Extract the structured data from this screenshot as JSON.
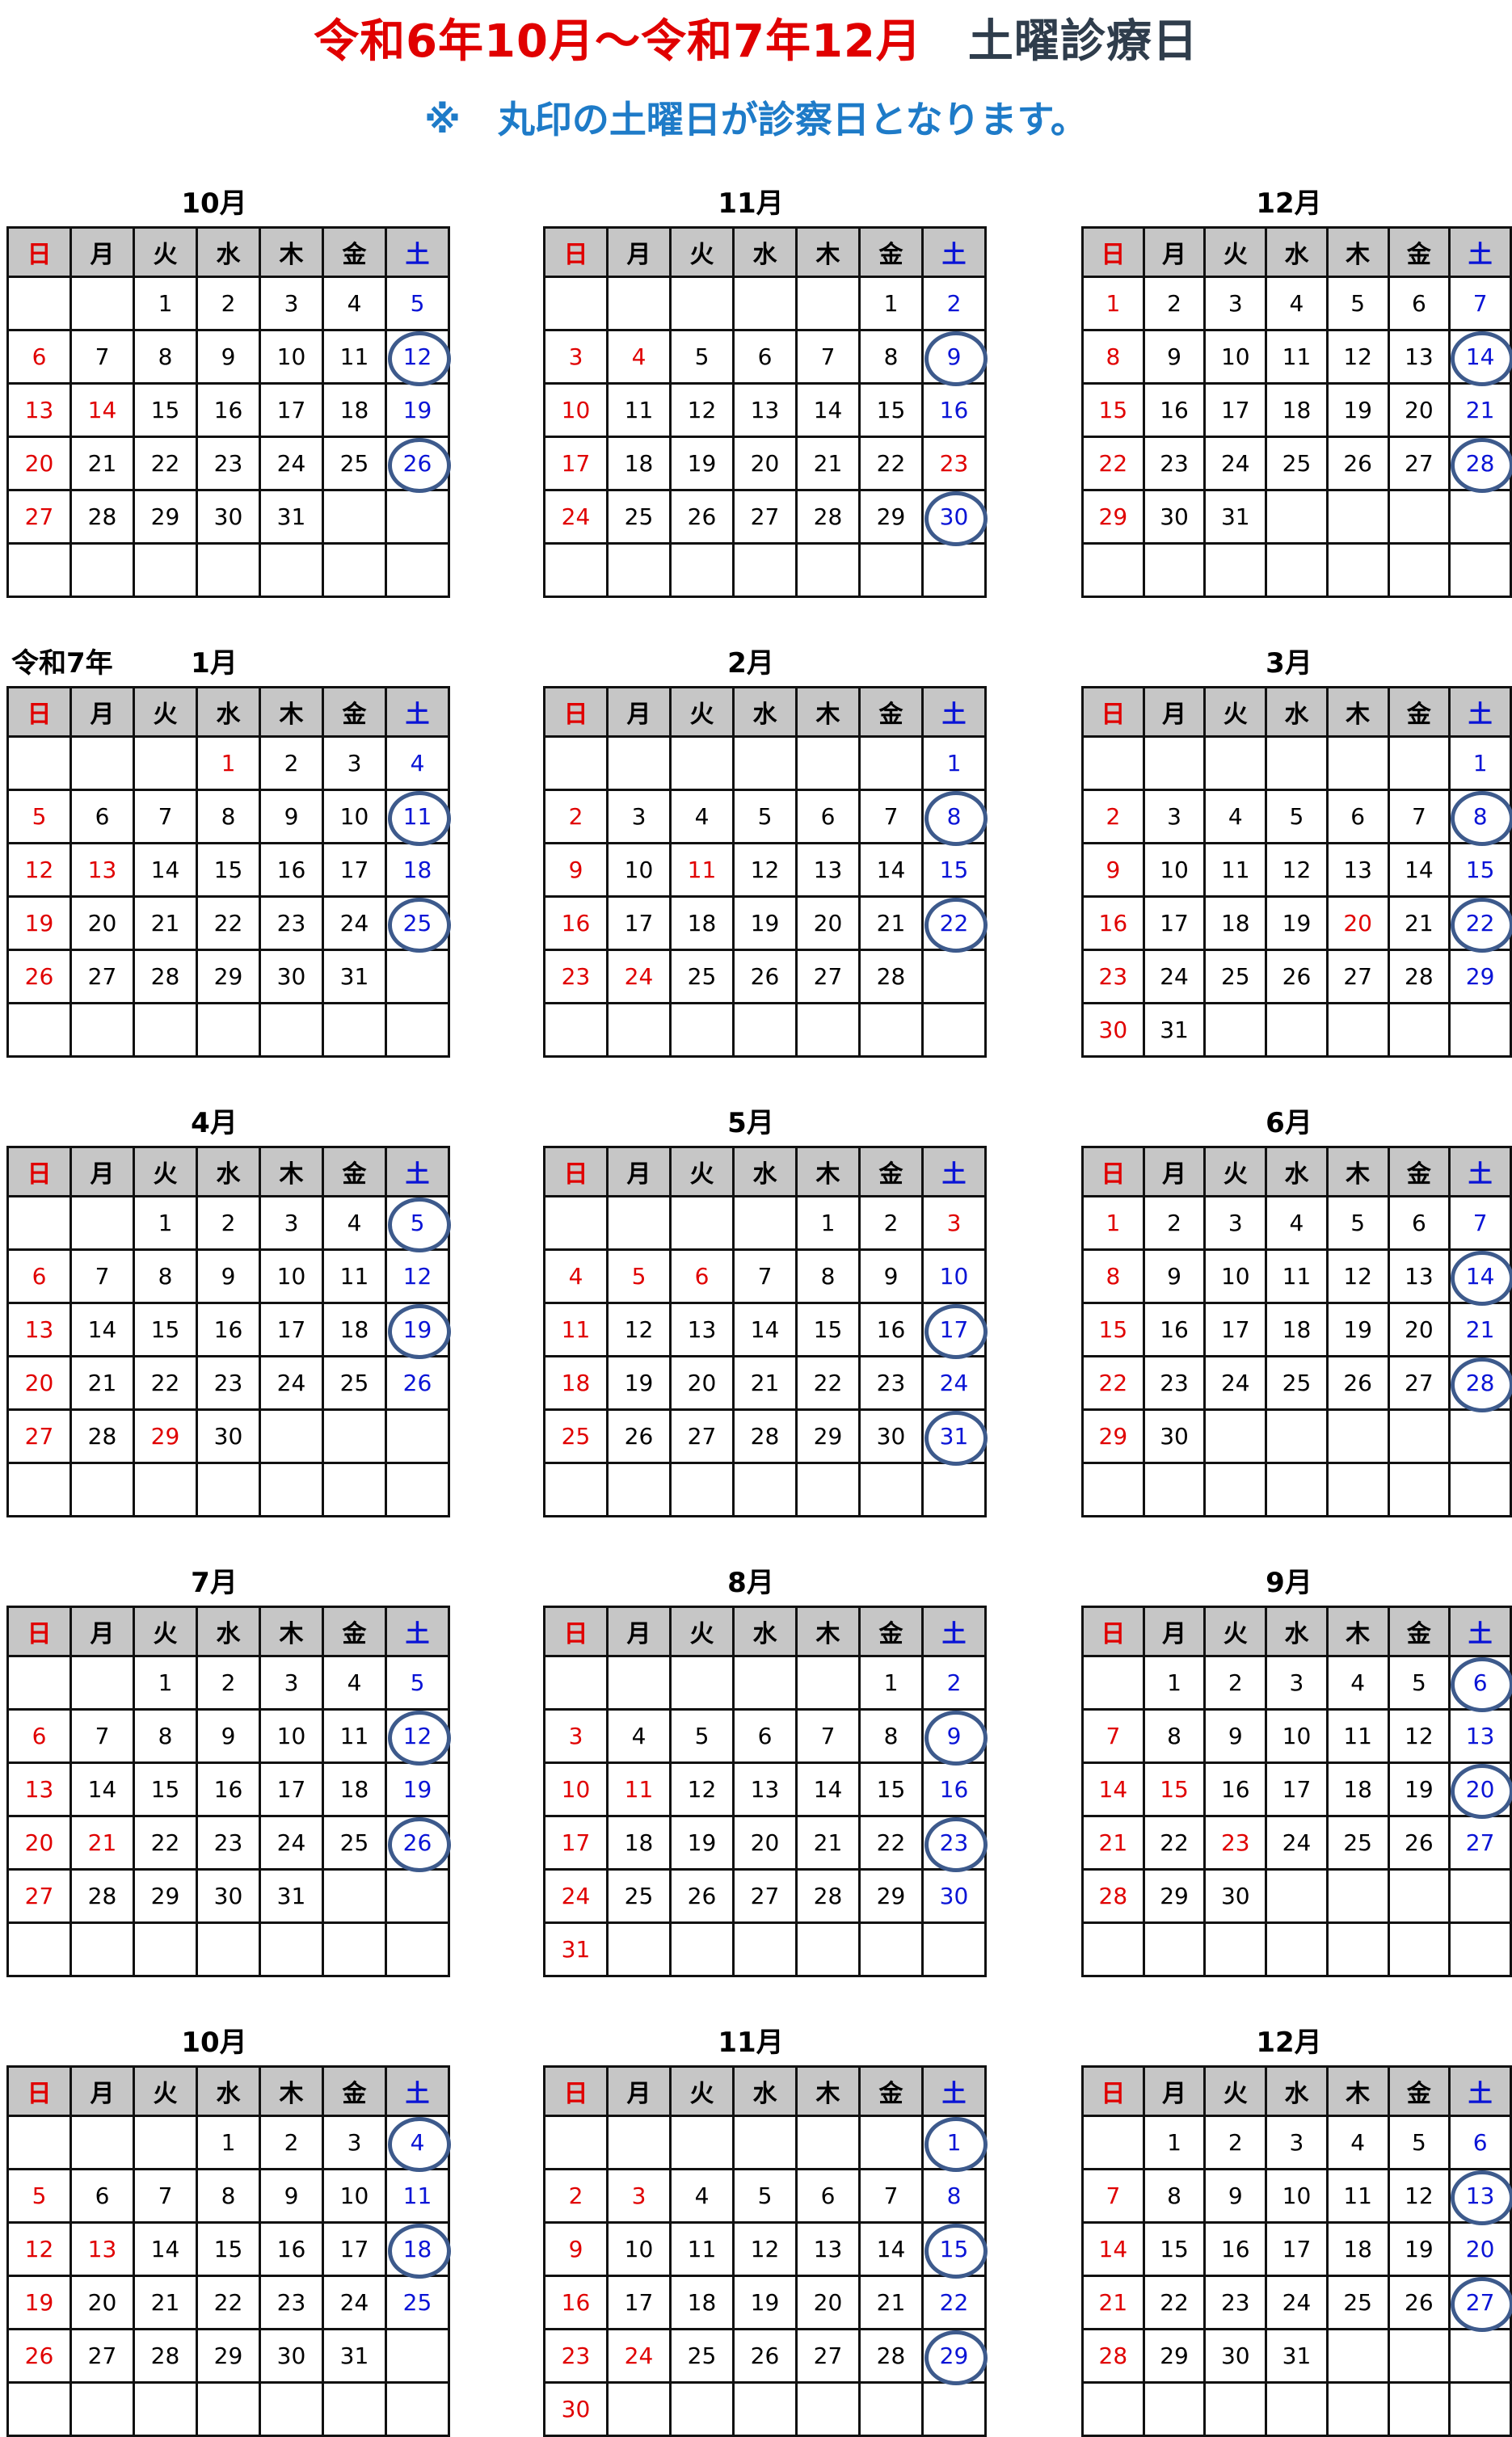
{
  "header": {
    "title_red": "令和6年10月～令和7年12月",
    "title_dark": "土曜診療日",
    "subtitle": "※　丸印の土曜日が診察日となります。"
  },
  "weekdays": [
    "日",
    "月",
    "火",
    "水",
    "木",
    "金",
    "土"
  ],
  "colors": {
    "sunday": "#e00000",
    "saturday": "#0a14d6",
    "holiday": "#e00000",
    "circle": "#3d5a8c",
    "header_bg": "#c6c6c6"
  },
  "calendars": [
    {
      "era": "",
      "title": "10月",
      "first_weekday": 2,
      "days": 31,
      "holidays": [
        14
      ],
      "circled": [
        12,
        26
      ]
    },
    {
      "era": "",
      "title": "11月",
      "first_weekday": 5,
      "days": 30,
      "holidays": [
        4,
        23
      ],
      "circled": [
        9,
        30
      ]
    },
    {
      "era": "",
      "title": "12月",
      "first_weekday": 0,
      "days": 31,
      "holidays": [],
      "circled": [
        14,
        28
      ]
    },
    {
      "era": "令和7年",
      "title": "1月",
      "first_weekday": 3,
      "days": 31,
      "holidays": [
        1,
        13
      ],
      "circled": [
        11,
        25
      ]
    },
    {
      "era": "",
      "title": "2月",
      "first_weekday": 6,
      "days": 28,
      "holidays": [
        11,
        24
      ],
      "circled": [
        8,
        22
      ]
    },
    {
      "era": "",
      "title": "3月",
      "first_weekday": 6,
      "days": 31,
      "holidays": [
        20
      ],
      "circled": [
        8,
        22
      ]
    },
    {
      "era": "",
      "title": "4月",
      "first_weekday": 2,
      "days": 30,
      "holidays": [
        29
      ],
      "circled": [
        5,
        19
      ]
    },
    {
      "era": "",
      "title": "5月",
      "first_weekday": 4,
      "days": 31,
      "holidays": [
        3,
        5,
        6
      ],
      "circled": [
        17,
        31
      ]
    },
    {
      "era": "",
      "title": "6月",
      "first_weekday": 0,
      "days": 30,
      "holidays": [],
      "circled": [
        14,
        28
      ]
    },
    {
      "era": "",
      "title": "7月",
      "first_weekday": 2,
      "days": 31,
      "holidays": [
        21
      ],
      "circled": [
        12,
        26
      ]
    },
    {
      "era": "",
      "title": "8月",
      "first_weekday": 5,
      "days": 31,
      "holidays": [
        11
      ],
      "circled": [
        9,
        23
      ]
    },
    {
      "era": "",
      "title": "9月",
      "first_weekday": 1,
      "days": 30,
      "holidays": [
        15,
        23
      ],
      "circled": [
        6,
        20
      ]
    },
    {
      "era": "",
      "title": "10月",
      "first_weekday": 3,
      "days": 31,
      "holidays": [
        13
      ],
      "circled": [
        4,
        18
      ]
    },
    {
      "era": "",
      "title": "11月",
      "first_weekday": 6,
      "days": 30,
      "holidays": [
        3,
        24
      ],
      "circled": [
        1,
        15,
        29
      ]
    },
    {
      "era": "",
      "title": "12月",
      "first_weekday": 1,
      "days": 31,
      "holidays": [],
      "circled": [
        13,
        27
      ]
    }
  ]
}
